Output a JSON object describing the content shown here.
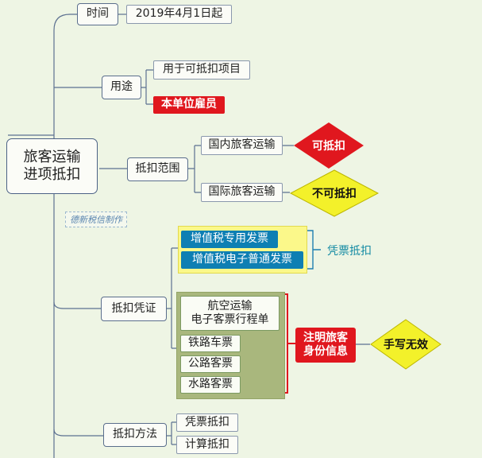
{
  "root": {
    "line1": "旅客运输",
    "line2": "进项抵扣"
  },
  "credit": "德新税信制作",
  "time": {
    "label": "时间",
    "value": "2019年4月1日起"
  },
  "usage": {
    "label": "用途",
    "items": [
      "用于可抵扣项目",
      "本单位雇员"
    ]
  },
  "scope": {
    "label": "抵扣范围",
    "domestic": "国内旅客运输",
    "domestic_verdict": "可抵扣",
    "international": "国际旅客运输",
    "international_verdict": "不可抵扣"
  },
  "voucher": {
    "label": "抵扣凭证",
    "invoices": [
      "增值税专用发票",
      "增值税电子普通发票"
    ],
    "invoice_group": "凭票抵扣",
    "air_line1": "航空运输",
    "air_line2": "电子客票行程单",
    "tickets": [
      "铁路车票",
      "公路客票",
      "水路客票"
    ],
    "note_line1": "注明旅客",
    "note_line2": "身份信息",
    "handwritten": "手写无效"
  },
  "method": {
    "label": "抵扣方法",
    "items": [
      "凭票抵扣",
      "计算抵扣"
    ]
  },
  "colors": {
    "background": "#eef5e4",
    "red": "#e0171e",
    "blue": "#0e7fb3",
    "yellow": "#f3f12a",
    "olive": "#a9b77d",
    "connector": "#5c7090"
  }
}
